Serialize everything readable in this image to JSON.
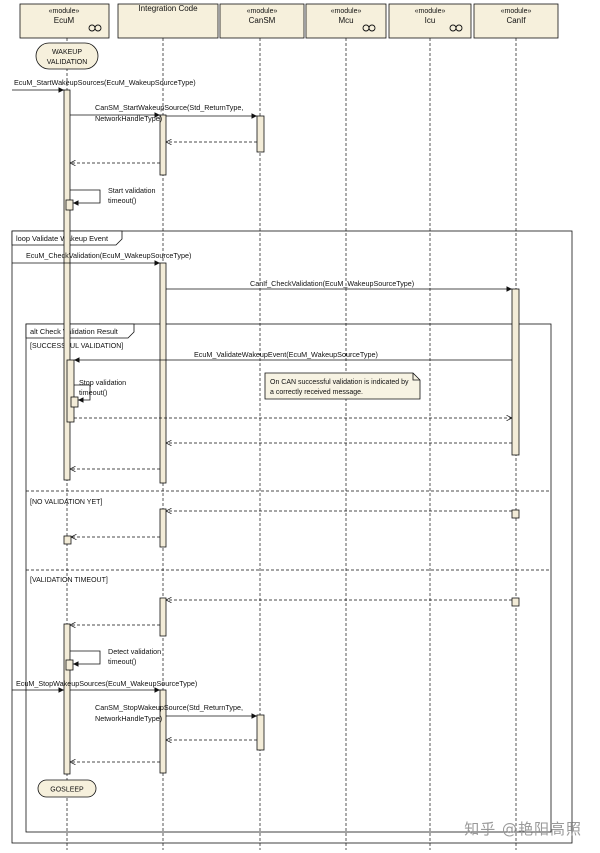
{
  "lifelines": [
    {
      "stereotype": "«module»",
      "name": "EcuM",
      "component_icon": true
    },
    {
      "stereotype": "",
      "name": "Integration Code",
      "component_icon": false
    },
    {
      "stereotype": "«module»",
      "name": "CanSM",
      "component_icon": false
    },
    {
      "stereotype": "«module»",
      "name": "Mcu",
      "component_icon": true
    },
    {
      "stereotype": "«module»",
      "name": "Icu",
      "component_icon": true
    },
    {
      "stereotype": "«module»",
      "name": "CanIf",
      "component_icon": false
    }
  ],
  "states": {
    "wakeup_validation": [
      "WAKEUP",
      "VALIDATION"
    ],
    "gosleep": "GOSLEEP"
  },
  "messages": {
    "start_wakeup_sources": "EcuM_StartWakeupSources(EcuM_WakeupSourceType)",
    "cansm_start_line1": "CanSM_StartWakeupSource(Std_ReturnType,",
    "cansm_start_line2": "NetworkHandleType)",
    "start_timeout_line1": "Start validation",
    "start_timeout_line2": "timeout()",
    "check_validation": "EcuM_CheckValidation(EcuM_WakeupSourceType)",
    "canif_check_validation": "CanIf_CheckValidation(EcuM_WakeupSourceType)",
    "validate_wakeup_event": "EcuM_ValidateWakeupEvent(EcuM_WakeupSourceType)",
    "stop_timeout_line1": "Stop validation",
    "stop_timeout_line2": "timeout()",
    "detect_timeout_line1": "Detect validation",
    "detect_timeout_line2": "timeout()",
    "stop_wakeup_sources": "EcuM_StopWakeupSources(EcuM_WakeupSourceType)",
    "cansm_stop_line1": "CanSM_StopWakeupSource(Std_ReturnType,",
    "cansm_stop_line2": "NetworkHandleType)"
  },
  "fragments": {
    "loop_title": "loop Validate Wakeup Event",
    "alt_title": "alt Check Validation Result",
    "guard_success": "[SUCCESSFUL VALIDATION]",
    "guard_no_event": "[NO VALIDATION YET]",
    "guard_timeout": "[VALIDATION TIMEOUT]"
  },
  "note": {
    "line1": "On CAN successful validation is indicated by",
    "line2": "a correctly received message."
  },
  "watermark": "知乎 @艳阳高照",
  "colors": {
    "header_fill": "#f6f0dc",
    "activation_fill": "#f3ecd8",
    "state_fill": "#f6f0dc",
    "note_fill": "#f7f3e3",
    "line": "#111111"
  }
}
